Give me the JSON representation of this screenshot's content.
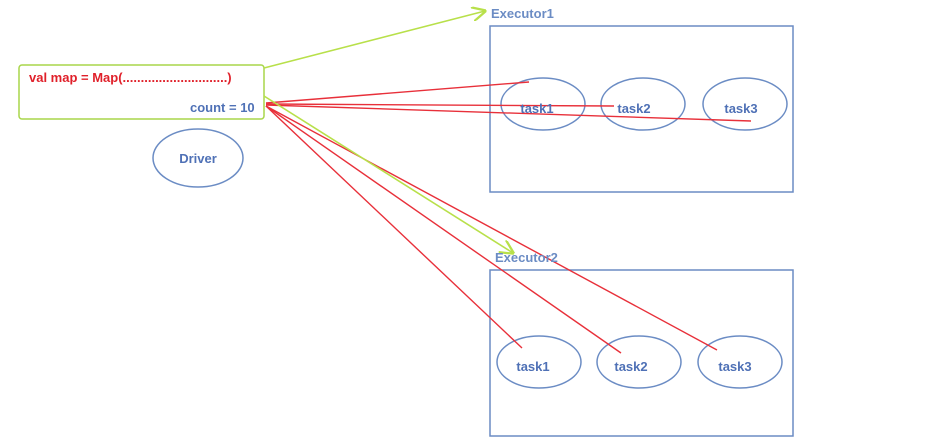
{
  "driver_box": {
    "code_line": "val map = Map(.............................)",
    "count_label": "count = 10"
  },
  "driver": {
    "label": "Driver"
  },
  "executors": [
    {
      "label": "Executor1",
      "tasks": [
        "task1",
        "task2",
        "task3"
      ]
    },
    {
      "label": "Executor2",
      "tasks": [
        "task1",
        "task2",
        "task3"
      ]
    }
  ],
  "colors": {
    "node_stroke": "#6b8cc4",
    "node_text": "#4f71b6",
    "code_text": "#e0202a",
    "box_stroke": "#a8d64a",
    "red_line": "#e8303a",
    "green_arrow": "#b8e04a"
  }
}
